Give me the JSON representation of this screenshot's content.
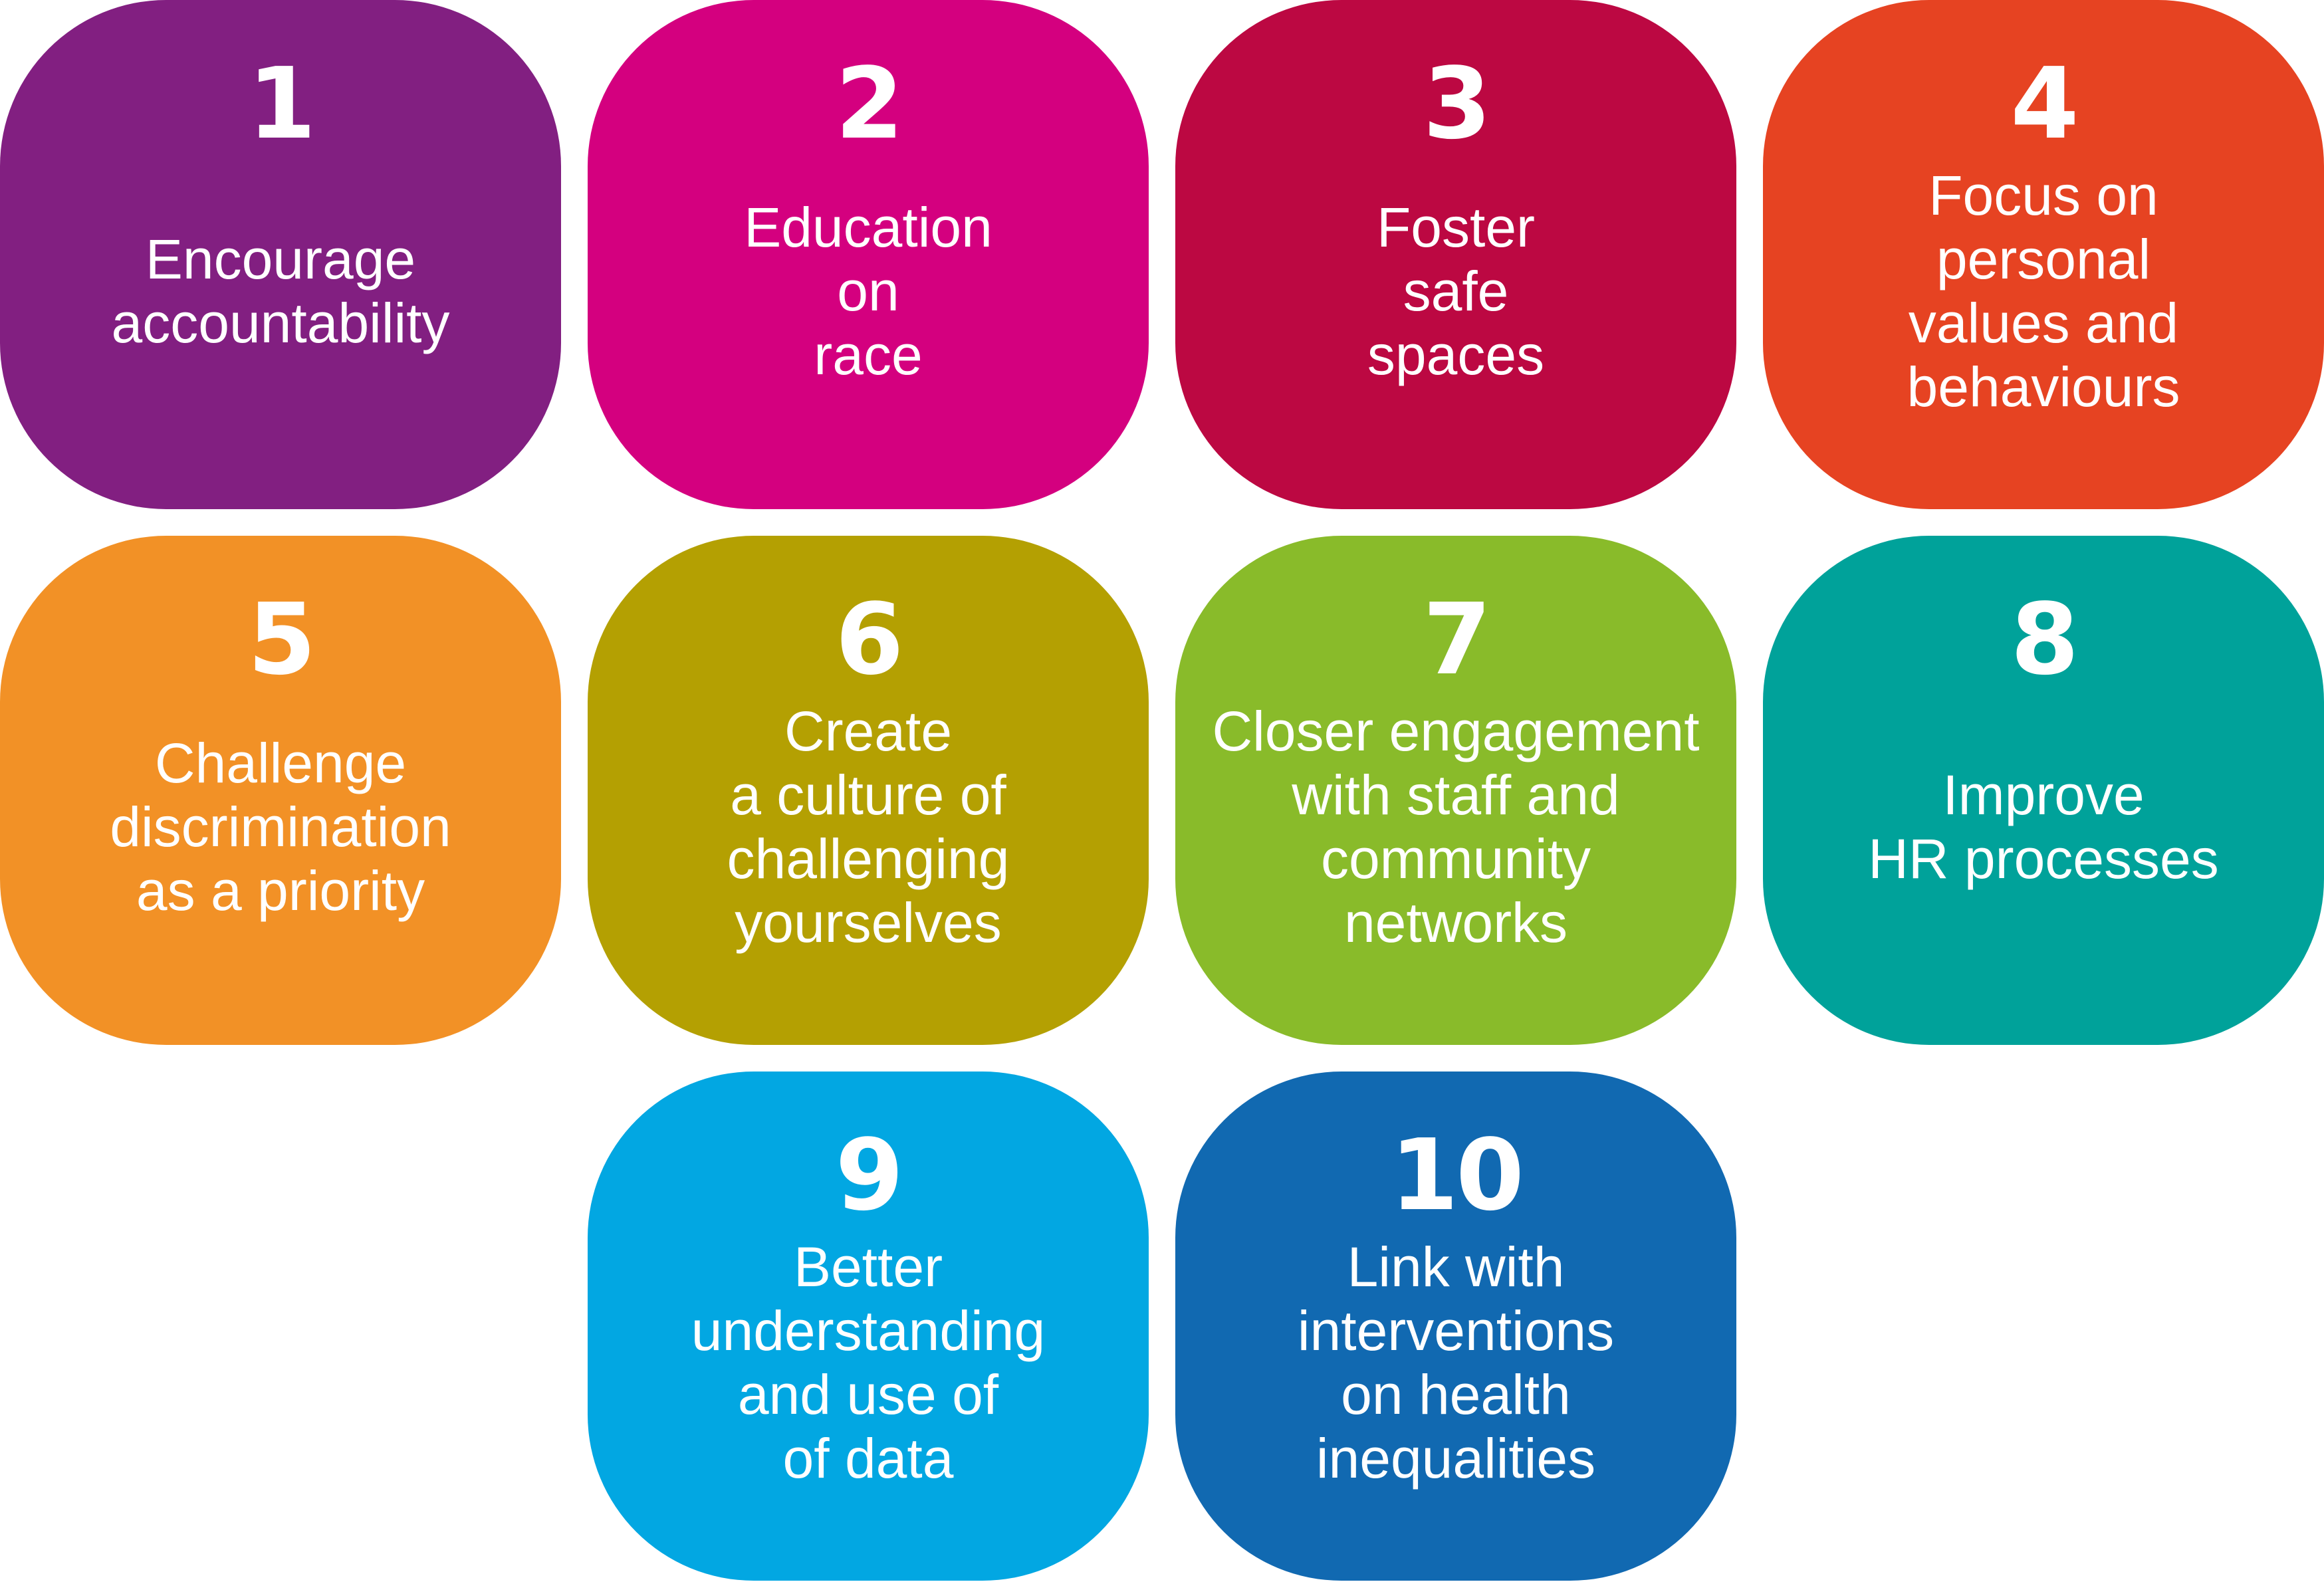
{
  "tiles": [
    {
      "number": "1",
      "lines": [
        "Encourage",
        "accountability"
      ],
      "color": "#821f81"
    },
    {
      "number": "2",
      "lines": [
        "Education",
        "on",
        "race"
      ],
      "color": "#d4007f"
    },
    {
      "number": "3",
      "lines": [
        "Foster",
        "safe",
        "spaces"
      ],
      "color": "#bc0842"
    },
    {
      "number": "4",
      "lines": [
        "Focus on",
        "personal",
        "values and",
        "behaviours"
      ],
      "color": "#e64322"
    },
    {
      "number": "5",
      "lines": [
        "Challenge",
        "discrimination",
        "as a priority"
      ],
      "color": "#f29126"
    },
    {
      "number": "6",
      "lines": [
        "Create",
        "a culture of",
        "challenging",
        "yourselves"
      ],
      "color": "#b4a002"
    },
    {
      "number": "7",
      "lines": [
        "Closer engagement",
        "with staff and",
        "community",
        "networks"
      ],
      "color": "#89bb2a"
    },
    {
      "number": "8",
      "lines": [
        "Improve",
        "HR processes"
      ],
      "color": "#00a29a"
    },
    {
      "number": "9",
      "lines": [
        "Better",
        "understanding",
        "and use of",
        "of data"
      ],
      "color": "#02a7e2"
    },
    {
      "number": "10",
      "lines": [
        "Link with",
        "interventions",
        "on health",
        "inequalities"
      ],
      "color": "#1169b1"
    }
  ]
}
